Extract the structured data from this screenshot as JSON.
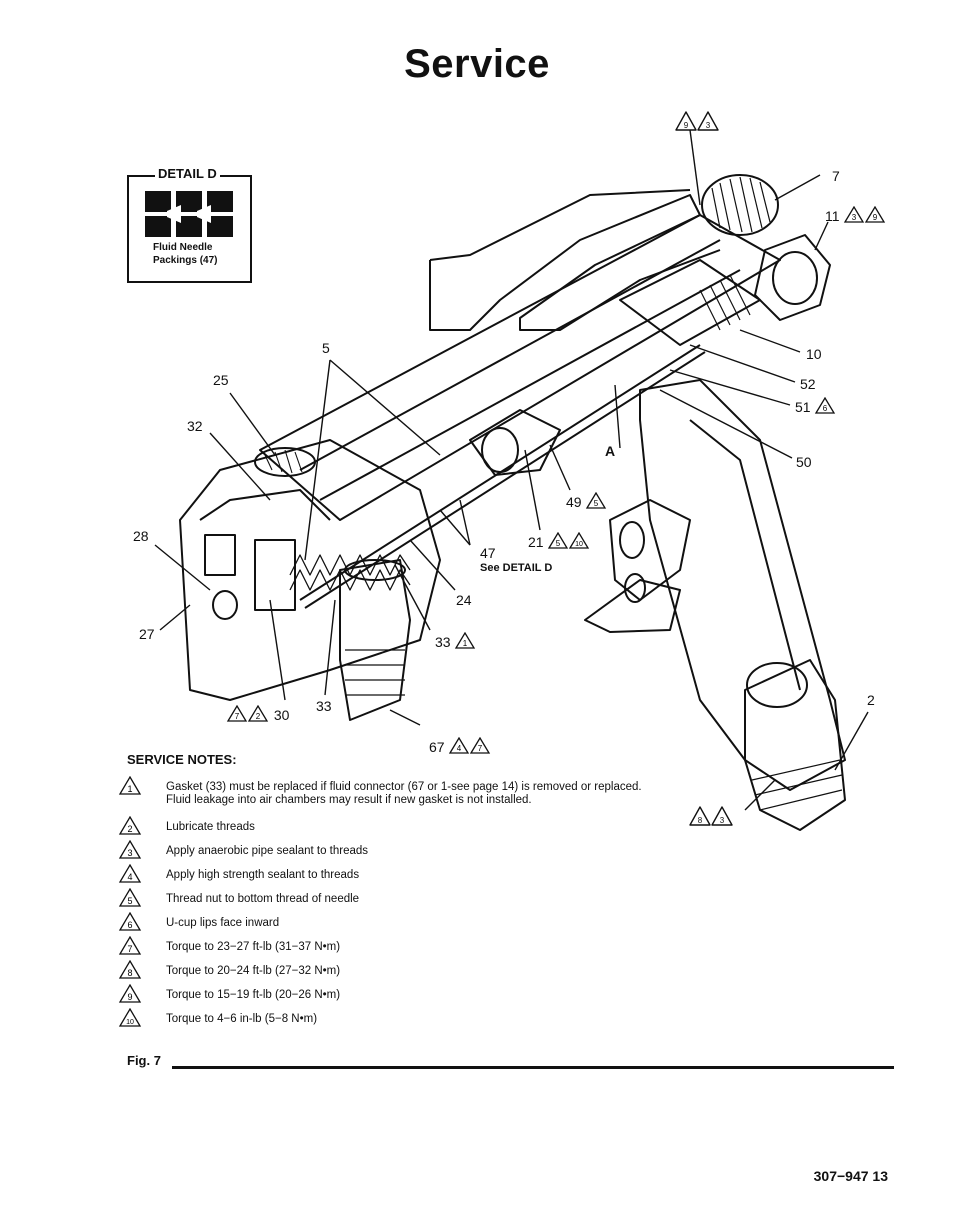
{
  "page": {
    "title": "Service",
    "figure_label": "Fig. 7",
    "page_number": "307−947  13"
  },
  "detail_d": {
    "title": "DETAIL D",
    "caption_line1": "Fluid Needle",
    "caption_line2": "Packings (47)"
  },
  "callouts": {
    "c7": "7",
    "c11": "11",
    "c10": "10",
    "c52": "52",
    "c51": "51",
    "c50": "50",
    "c5": "5",
    "c25": "25",
    "c32": "32",
    "cA": "A",
    "c49": "49",
    "c21": "21",
    "c47": "47",
    "see_detail": "See DETAIL D",
    "c28": "28",
    "c24": "24",
    "c27": "27",
    "c33a": "33",
    "c30": "30",
    "c33b": "33",
    "c67": "67",
    "c2": "2"
  },
  "service_notes": {
    "heading": "SERVICE NOTES:",
    "items": [
      {
        "num": "1",
        "line1": "Gasket (33) must be replaced if fluid connector (67 or 1-see page 14) is removed or replaced.",
        "line2": "Fluid leakage into air chambers may result if new gasket is not installed."
      },
      {
        "num": "2",
        "line1": "Lubricate threads"
      },
      {
        "num": "3",
        "line1": "Apply anaerobic pipe sealant to threads"
      },
      {
        "num": "4",
        "line1": "Apply high strength sealant to threads"
      },
      {
        "num": "5",
        "line1": "Thread nut to bottom thread of needle"
      },
      {
        "num": "6",
        "line1": "U-cup lips face inward"
      },
      {
        "num": "7",
        "line1": "Torque to 23−27 ft-lb (31−37 N•m)"
      },
      {
        "num": "8",
        "line1": "Torque to 20−24 ft-lb (27−32 N•m)"
      },
      {
        "num": "9",
        "line1": "Torque to 15−19 ft-lb (20−26 N•m)"
      },
      {
        "num": "10",
        "line1": "Torque to 4−6 in-lb (5−8 N•m)"
      }
    ]
  },
  "colors": {
    "ink": "#111111",
    "paper": "#ffffff"
  }
}
